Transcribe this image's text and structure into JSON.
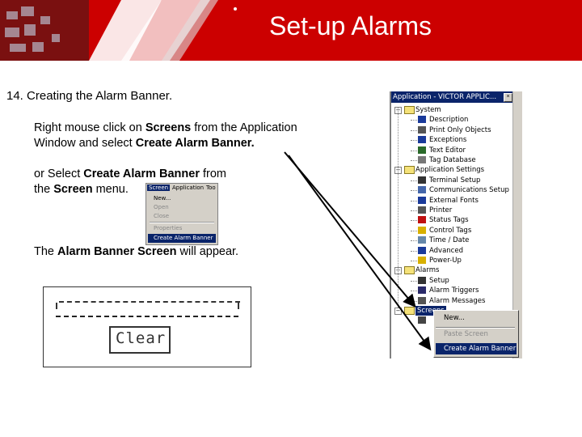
{
  "header": {
    "title": "Set-up Alarms",
    "background": "#cc0000"
  },
  "step": {
    "heading": "14.  Creating the Alarm Banner."
  },
  "para1": {
    "line1_a": "Right mouse click on ",
    "line1_b": "Screens",
    "line1_c": " from the Application",
    "line2_a": "Window and select ",
    "line2_b": "Create Alarm Banner."
  },
  "para2": {
    "line1_a": "or Select ",
    "line1_b": "Create Alarm Banner",
    "line1_c": " from",
    "line2_a": "the ",
    "line2_b": "Screen",
    "line2_c": " menu."
  },
  "para3": {
    "a": "The ",
    "b": "Alarm Banner Screen",
    "c": " will appear."
  },
  "screen_menu": {
    "bar": [
      "Screen",
      "Application",
      "Too"
    ],
    "items": [
      "New...",
      "Open",
      "Close",
      "Properties"
    ],
    "highlighted": "Create Alarm Banner"
  },
  "banner_preview": {
    "button": "Clear"
  },
  "app_window": {
    "title": "Application - VICTOR APPLIC...",
    "close": "×",
    "tree": [
      {
        "type": "folder",
        "label": "System"
      },
      {
        "type": "item",
        "label": "Description",
        "icon": "info-icon"
      },
      {
        "type": "item",
        "label": "Print Only Objects",
        "icon": "printer-icon"
      },
      {
        "type": "item",
        "label": "Exceptions",
        "icon": "exceptions-icon"
      },
      {
        "type": "item",
        "label": "Text Editor",
        "icon": "text-editor-icon"
      },
      {
        "type": "item",
        "label": "Tag Database",
        "icon": "tag-icon"
      },
      {
        "type": "folder",
        "label": "Application Settings"
      },
      {
        "type": "item",
        "label": "Terminal Setup",
        "icon": "terminal-icon"
      },
      {
        "type": "item",
        "label": "Communications Setup",
        "icon": "comms-icon"
      },
      {
        "type": "item",
        "label": "External Fonts",
        "icon": "font-icon"
      },
      {
        "type": "item",
        "label": "Printer",
        "icon": "printer-icon"
      },
      {
        "type": "item",
        "label": "Status Tags",
        "icon": "status-tag-icon"
      },
      {
        "type": "item",
        "label": "Control Tags",
        "icon": "control-tag-icon"
      },
      {
        "type": "item",
        "label": "Time / Date",
        "icon": "calendar-icon"
      },
      {
        "type": "item",
        "label": "Advanced",
        "icon": "arrow-icon"
      },
      {
        "type": "item",
        "label": "Power-Up",
        "icon": "power-icon"
      },
      {
        "type": "folder",
        "label": "Alarms"
      },
      {
        "type": "item",
        "label": "Setup",
        "icon": "alarm-setup-icon"
      },
      {
        "type": "item",
        "label": "Alarm Triggers",
        "icon": "alarm-trigger-icon"
      },
      {
        "type": "item",
        "label": "Alarm Messages",
        "icon": "alarm-message-icon"
      },
      {
        "type": "folder",
        "label": "Screens"
      }
    ],
    "context_menu": [
      "New...",
      "Paste Screen",
      "Create Alarm Banner"
    ]
  }
}
